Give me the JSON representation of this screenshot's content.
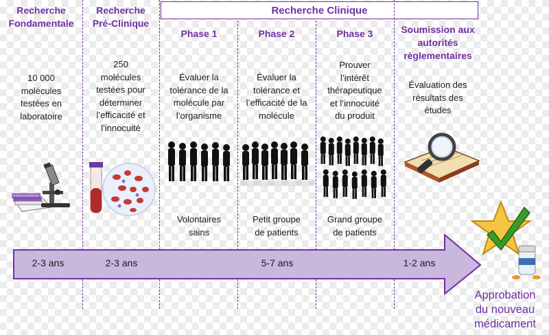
{
  "columns": [
    {
      "title": "Recherche\nFondamentale",
      "body": "10 000\nmolécules\ntestées en\nlaboratoire",
      "duration": "2-3 ans"
    },
    {
      "title": "Recherche\nPré-Clinique",
      "body": "250\nmolécules\ntestées pour\ndéterminer\nl’efficacité et\nl’innocuité",
      "duration": "2-3 ans"
    },
    {
      "title": "Phase 1",
      "body": "Évaluer la\ntolérance de la\nmolécule par\nl’organisme",
      "bottom": "Volontaires\nsains"
    },
    {
      "title": "Phase 2",
      "body": "Évaluer la\ntolérance et\nl’efficacité de la\nmolécule",
      "bottom": "Petit groupe\nde patients"
    },
    {
      "title": "Phase 3",
      "body": "Prouver\nl’intérêt\nthérapeutique\net l’innocuité\ndu produit",
      "bottom": "Grand groupe\nde patients"
    },
    {
      "title": "Soumission aux\nautorités\nrèglementaires",
      "body": "Évaluation des\nrésultats des\nétudes",
      "duration": "1-2 ans"
    }
  ],
  "clinical_header": "Recherche Clinique",
  "clinical_duration": "5-7 ans",
  "approval": "Approbation\ndu nouveau\nmédicament",
  "colors": {
    "accent": "#7030a0",
    "arrow_fill": "#c9b7de",
    "arrow_stroke": "#7030a0"
  }
}
